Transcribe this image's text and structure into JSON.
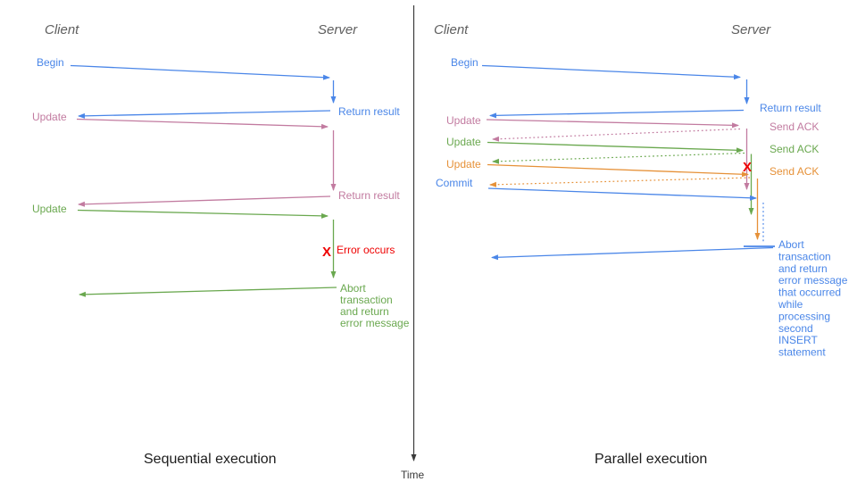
{
  "colors": {
    "blue": "#4a86e8",
    "pink": "#c27ba0",
    "green": "#6aa84f",
    "orange": "#e69138",
    "red": "#ee0000",
    "axis": "#3a3a3a",
    "header": "#5f5f5f",
    "caption": "#1c1c1c"
  },
  "time_axis": {
    "label": "Time"
  },
  "left": {
    "caption": "Sequential execution",
    "client_header": "Client",
    "server_header": "Server",
    "labels": {
      "begin": "Begin",
      "return_result_1": "Return result",
      "update_1": "Update",
      "return_result_2": "Return result",
      "update_2": "Update",
      "error_marker": "X",
      "error_occurs": "Error occurs",
      "abort_lines": [
        "Abort",
        "transaction",
        "and return",
        "error message"
      ]
    }
  },
  "right": {
    "caption": "Parallel execution",
    "client_header": "Client",
    "server_header": "Server",
    "labels": {
      "begin": "Begin",
      "return_result": "Return result",
      "update_1": "Update",
      "send_ack_1": "Send ACK",
      "update_2": "Update",
      "send_ack_2": "Send ACK",
      "update_3": "Update",
      "send_ack_3": "Send ACK",
      "commit": "Commit",
      "error_marker": "X",
      "abort_lines": [
        "Abort",
        "transaction",
        "and return",
        "error message",
        "that occurred",
        "while",
        "processing",
        "second",
        "INSERT",
        "statement"
      ]
    }
  }
}
